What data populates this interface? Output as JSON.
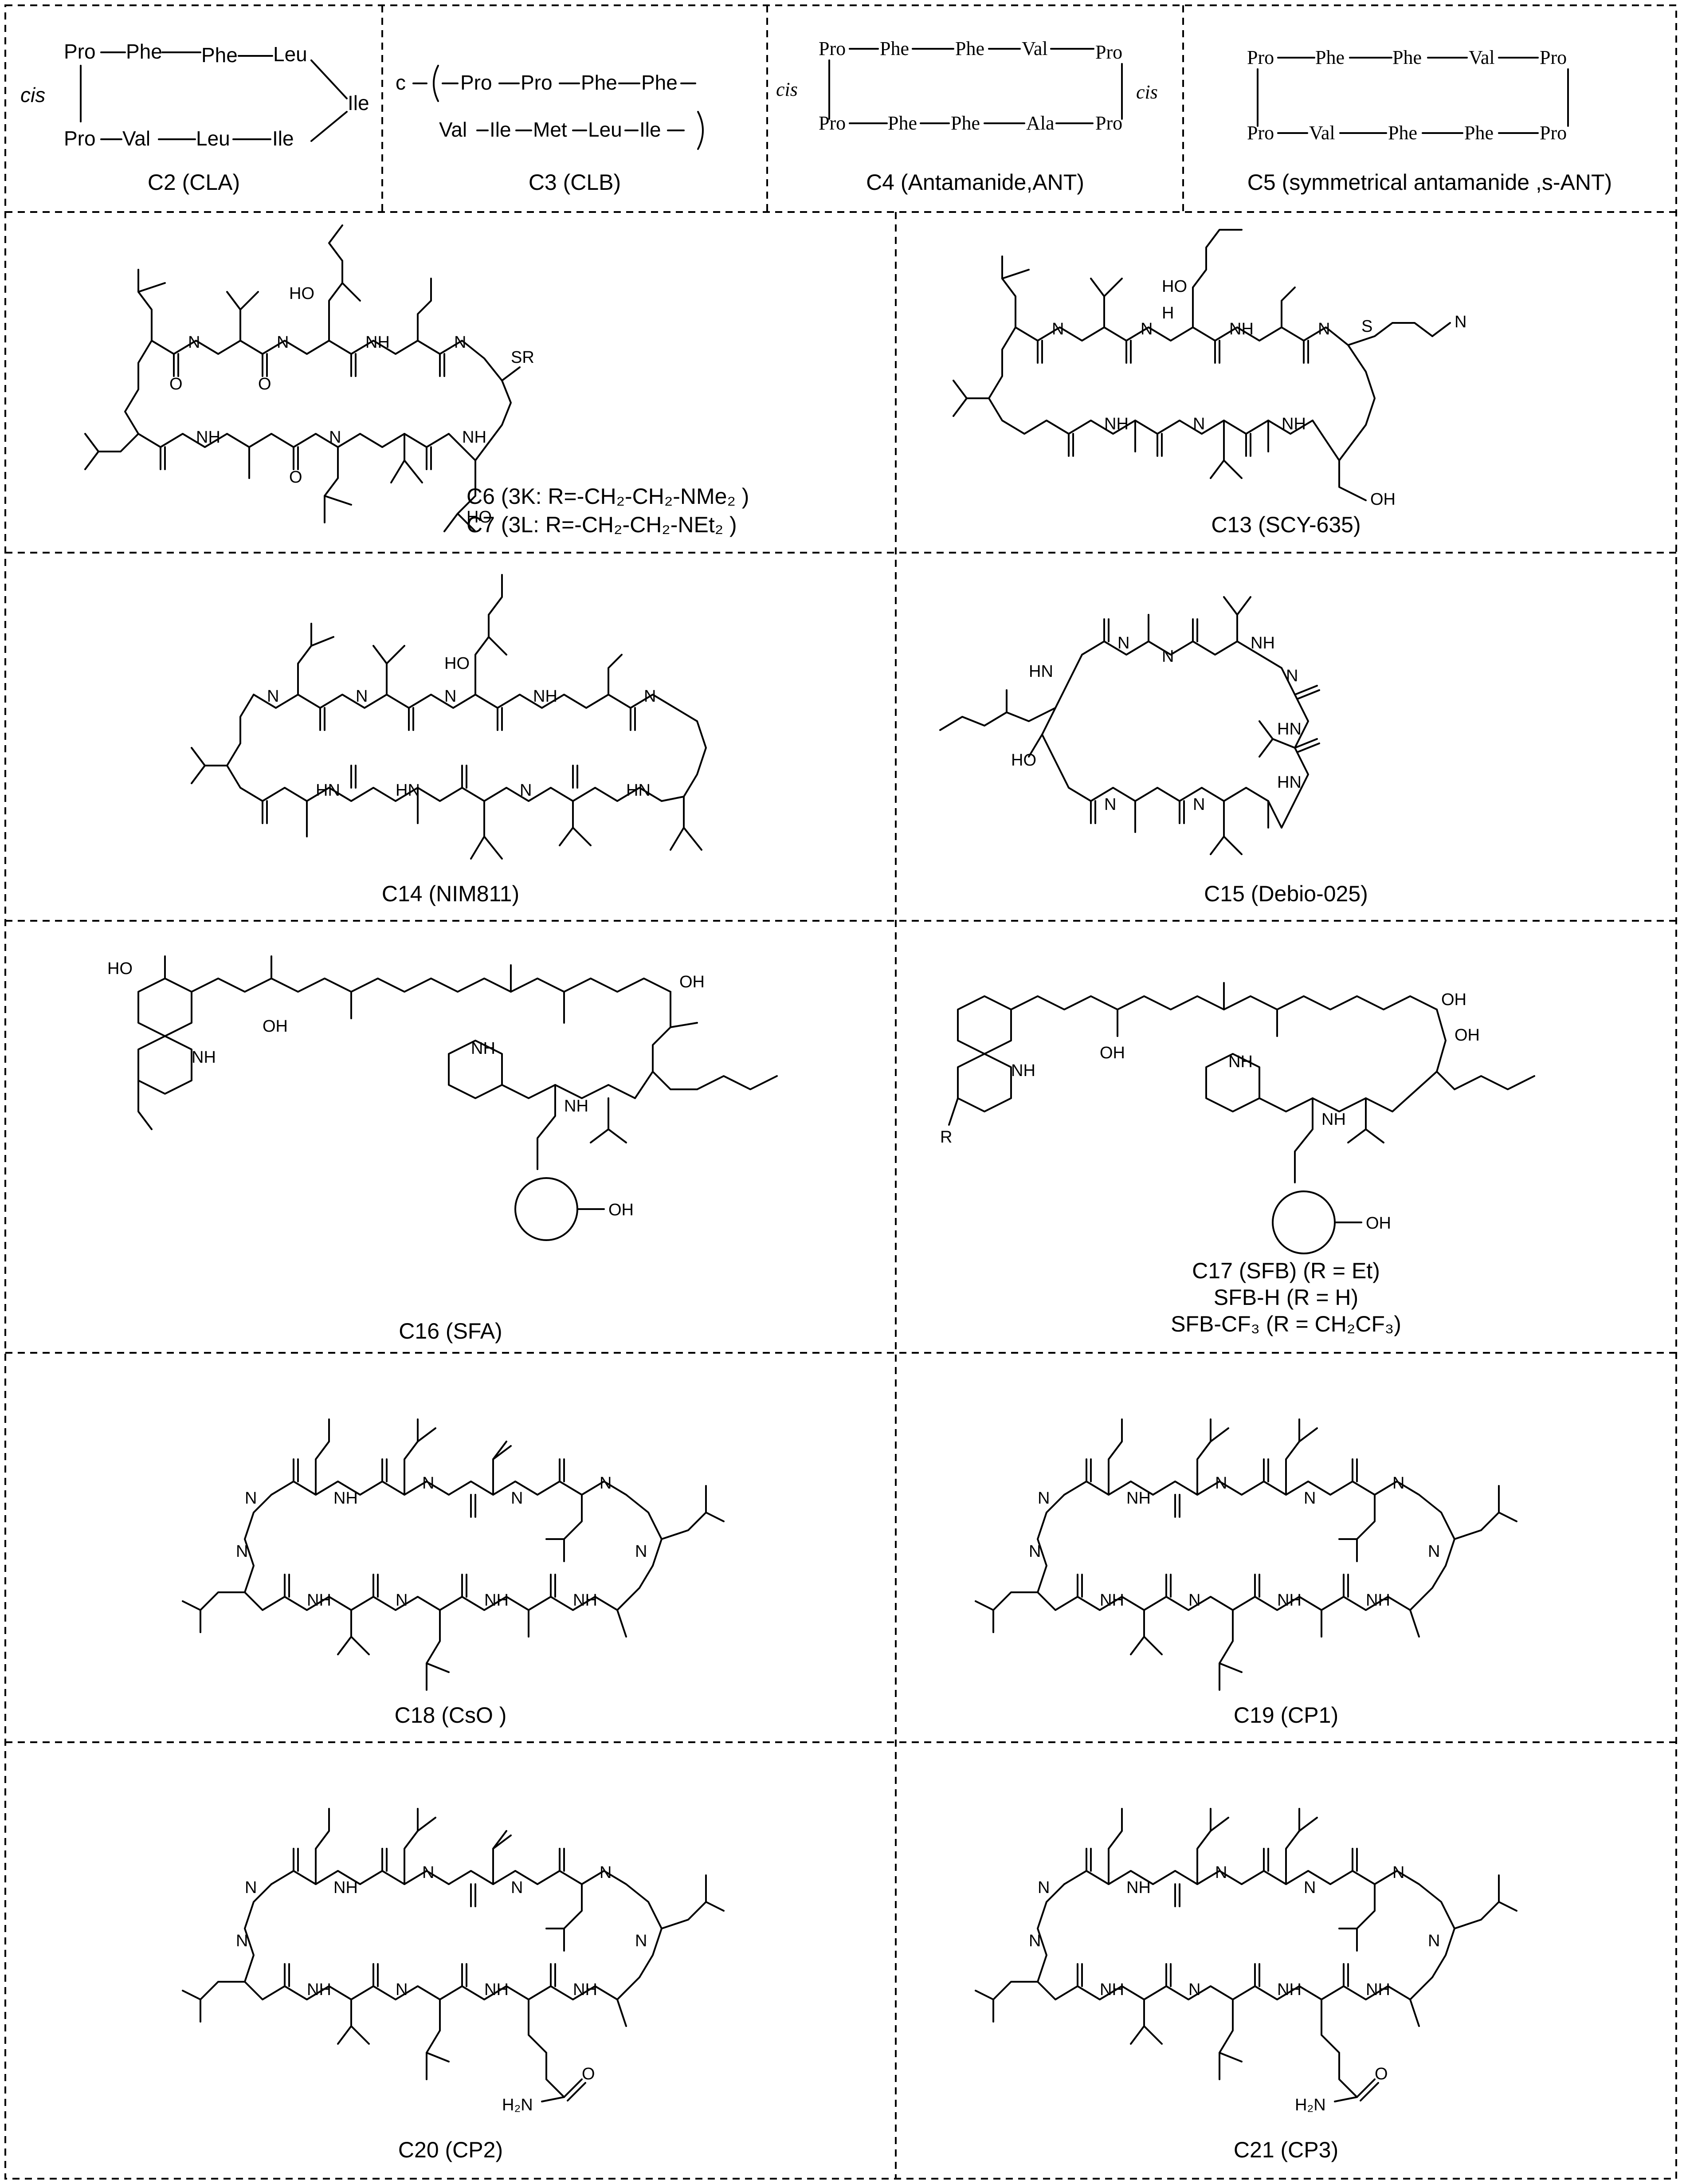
{
  "captions": {
    "c2": "C2 (CLA)",
    "c3": "C3 (CLB)",
    "c4": "C4 (Antamanide,ANT)",
    "c5": "C5 (symmetrical antamanide  ,s-ANT)",
    "c6_line1": "C6 (3K: R=-CH₂-CH₂-NMe₂ )",
    "c6_line2": "C7 (3L: R=-CH₂-CH₂-NEt₂ )",
    "c13": "C13 (SCY-635)",
    "c14": "C14 (NIM811)",
    "c15": "C15 (Debio-025)",
    "c16": "C16 (SFA)",
    "c17_line1": "C17 (SFB)  (R = Et)",
    "c17_line2": "SFB-H (R = H)",
    "c17_line3": "SFB-CF₃ (R = CH₂CF₃)",
    "c18": "C18 (CsO )",
    "c19": "C19 (CP1)",
    "c20": "C20 (CP2)",
    "c21": "C21 (CP3)"
  },
  "c2": {
    "cis": "cis",
    "top": [
      "Pro",
      "Phe",
      "Phe",
      "Leu"
    ],
    "turn": "Ile",
    "bottom": [
      "Pro",
      "Val",
      "Leu",
      "Ile"
    ]
  },
  "c3": {
    "prefix": "c",
    "top": [
      "Pro",
      "Pro",
      "Phe",
      "Phe"
    ],
    "bottom": [
      "Val",
      "Ile",
      "Met",
      "Leu",
      "Ile"
    ]
  },
  "c4": {
    "cis_left": "cis",
    "cis_right": "cis",
    "top": [
      "Pro",
      "Phe",
      "Phe",
      "Val",
      "Pro"
    ],
    "bottom": [
      "Pro",
      "Phe",
      "Phe",
      "Ala",
      "Pro"
    ]
  },
  "c5": {
    "top": [
      "Pro",
      "Phe",
      "Phe",
      "Val",
      "Pro"
    ],
    "bottom": [
      "Pro",
      "Val",
      "Phe",
      "Phe",
      "Pro"
    ]
  },
  "atom_labels": {
    "ho": "HO",
    "oh": "OH",
    "sr": "SR",
    "s": "S",
    "n": "N",
    "nh": "NH",
    "hn": "HN",
    "o": "O",
    "h": "H",
    "r": "R",
    "h2n": "H₂N"
  }
}
